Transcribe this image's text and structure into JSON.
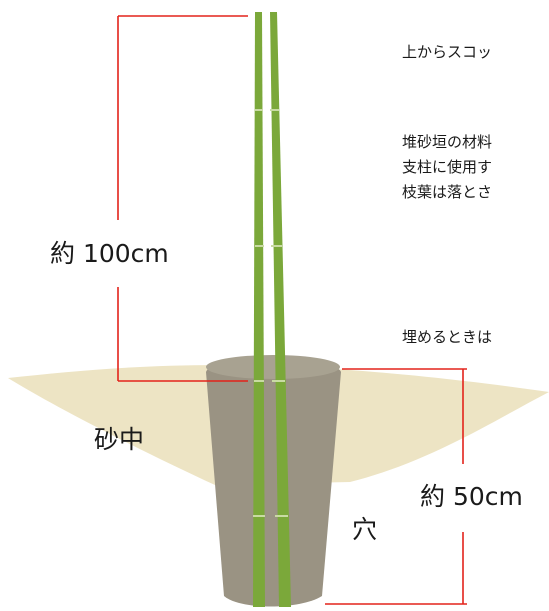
{
  "labels": {
    "above_height": "約 100cm",
    "below_depth": "約 50cm",
    "sand_area": "砂中",
    "hole": "穴"
  },
  "notes": [
    "上からスコッ",
    "堆砂垣の材料",
    "支柱に使用す",
    "枝葉は落とさ",
    "埋めるときは"
  ],
  "colors": {
    "sand": "#ede4c4",
    "hole": "#9a9383",
    "pole": "#7ba83a",
    "pole_node": "#c9dba3",
    "dimension_line": "#e3231b"
  }
}
